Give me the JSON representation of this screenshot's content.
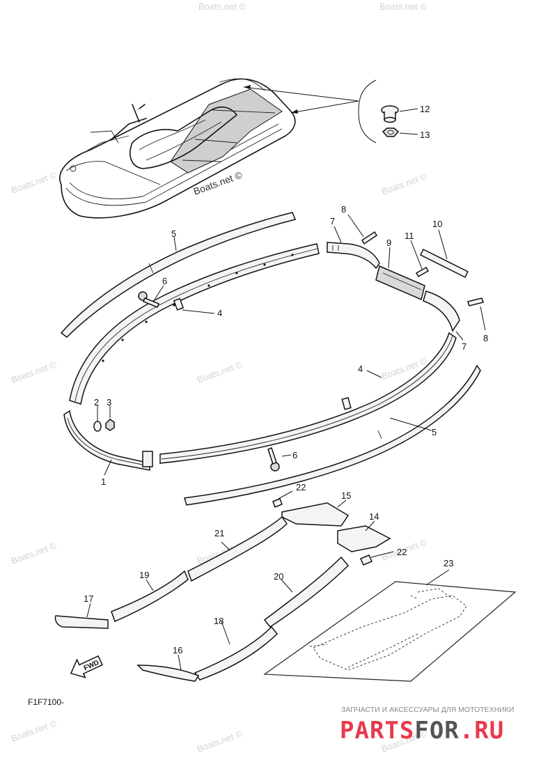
{
  "diagram": {
    "code": "F1F7100-",
    "fwd_label": "FWD",
    "watermark_main": "Boats.net ©",
    "watermark": "Boats.net ©",
    "brand_tagline": "ЗАПЧАСТИ И АКСЕССУАРЫ ДЛЯ МОТОТЕХНИКИ",
    "brand_part1": "PARTS",
    "brand_part2": "FOR",
    "brand_part3": ".RU",
    "colors": {
      "brand_red": "#e8394d",
      "brand_gray": "#555555"
    },
    "callouts": [
      "1",
      "2",
      "3",
      "4",
      "4",
      "5",
      "5",
      "6",
      "6",
      "7",
      "7",
      "8",
      "8",
      "9",
      "10",
      "11",
      "12",
      "13",
      "14",
      "15",
      "16",
      "17",
      "18",
      "19",
      "20",
      "21",
      "22",
      "22",
      "23"
    ]
  }
}
